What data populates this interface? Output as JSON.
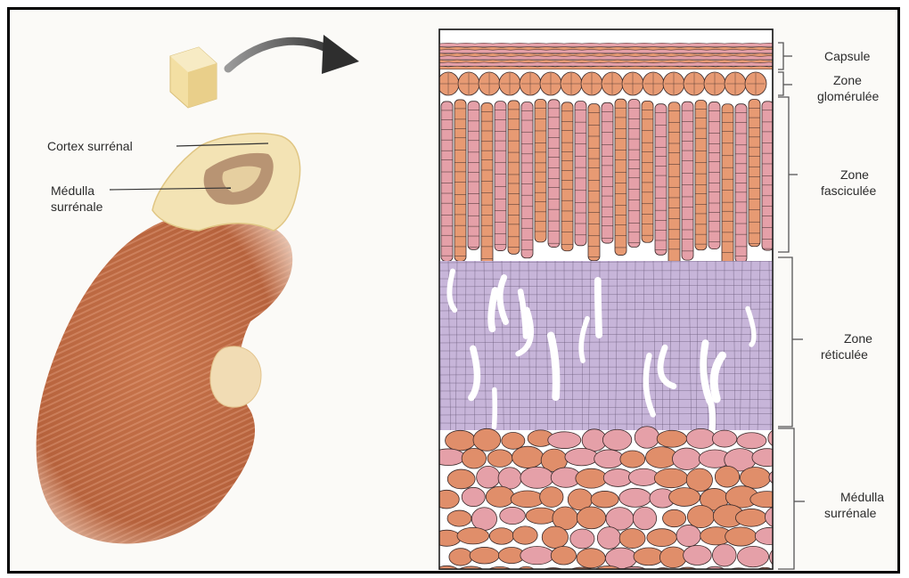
{
  "left_labels": {
    "cortex": "Cortex surrénal",
    "medulla_line1": "Médulla",
    "medulla_line2": "surrénale"
  },
  "right_labels": {
    "capsule": "Capsule",
    "glomerulee_line1": "Zone",
    "glomerulee_line2": "glomérulée",
    "fasciculee_line1": "Zone",
    "fasciculee_line2": "fasciculée",
    "reticulee_line1": "Zone",
    "reticulee_line2": "réticulée",
    "medulla_line1": "Médulla",
    "medulla_line2": "surrénale"
  },
  "colors": {
    "kidney": "#c4714a",
    "cortex_orange": "#e79a73",
    "pink_cell": "#e5a0a8",
    "purple_cell": "#c7b5d9",
    "medulla_cell": "#e08e6a",
    "outline": "#3a2a2a"
  }
}
